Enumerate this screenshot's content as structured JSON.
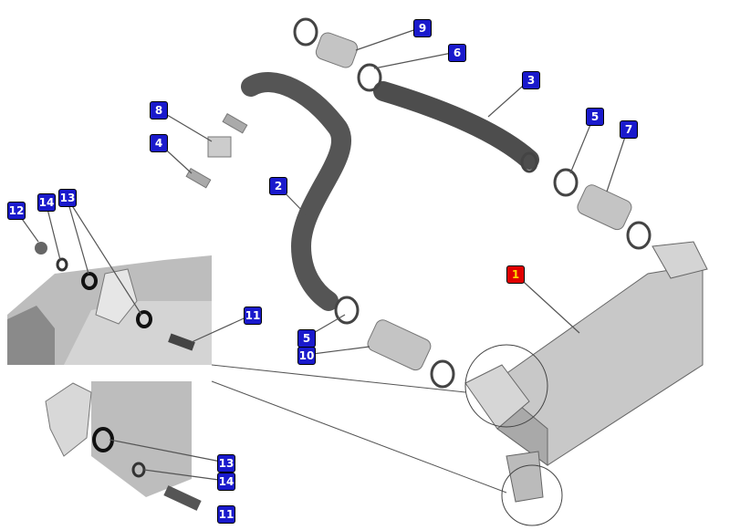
{
  "diagram": {
    "labels": [
      {
        "id": "9",
        "text": "9"
      },
      {
        "id": "6",
        "text": "6"
      },
      {
        "id": "3",
        "text": "3"
      },
      {
        "id": "8",
        "text": "8"
      },
      {
        "id": "4",
        "text": "4"
      },
      {
        "id": "2",
        "text": "2"
      },
      {
        "id": "5a",
        "text": "5"
      },
      {
        "id": "7",
        "text": "7"
      },
      {
        "id": "12",
        "text": "12"
      },
      {
        "id": "14a",
        "text": "14"
      },
      {
        "id": "13a",
        "text": "13"
      },
      {
        "id": "11a",
        "text": "11"
      },
      {
        "id": "1",
        "text": "1"
      },
      {
        "id": "5b",
        "text": "5"
      },
      {
        "id": "10",
        "text": "10"
      },
      {
        "id": "13b",
        "text": "13"
      },
      {
        "id": "14b",
        "text": "14"
      },
      {
        "id": "11b",
        "text": "11"
      }
    ],
    "colors": {
      "label_bg": "#1a1acc",
      "label_text": "#ffffff",
      "highlight_bg": "#e00000",
      "highlight_text": "#ffd800"
    }
  }
}
